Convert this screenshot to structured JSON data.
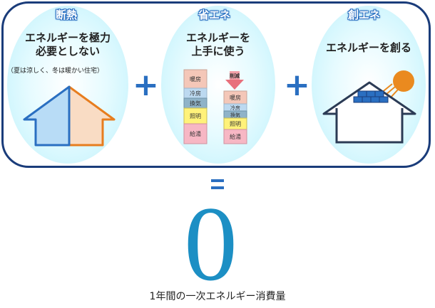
{
  "panels": [
    {
      "title": "断熱",
      "line1": "エネルギーを極力",
      "line2": "必要としない",
      "note": "（夏は涼しく、冬は暖かい住宅）"
    },
    {
      "title": "省エネ",
      "line1": "エネルギーを",
      "line2": "上手に使う"
    },
    {
      "title": "創エネ",
      "line1": "エネルギーを創る"
    }
  ],
  "operators": {
    "plus": "+",
    "equals": "="
  },
  "bars": {
    "before": [
      "暖房",
      "冷房",
      "換気",
      "照明",
      "給湯"
    ],
    "after": [
      "暖房",
      "冷房",
      "換気",
      "照明",
      "給湯"
    ],
    "reduction_label": "削減"
  },
  "result": {
    "value": "0",
    "caption": "1年間の一次エネルギー消費量"
  },
  "colors": {
    "frame": "#1a3c7a",
    "accent": "#2a6fc1",
    "zero": "#1c8fc4",
    "heating": "#f4c7b8",
    "cooling": "#bcd9f0",
    "ventilation": "#8fb3c8",
    "lighting": "#fff27a",
    "hotwater": "#f7b7c4"
  }
}
